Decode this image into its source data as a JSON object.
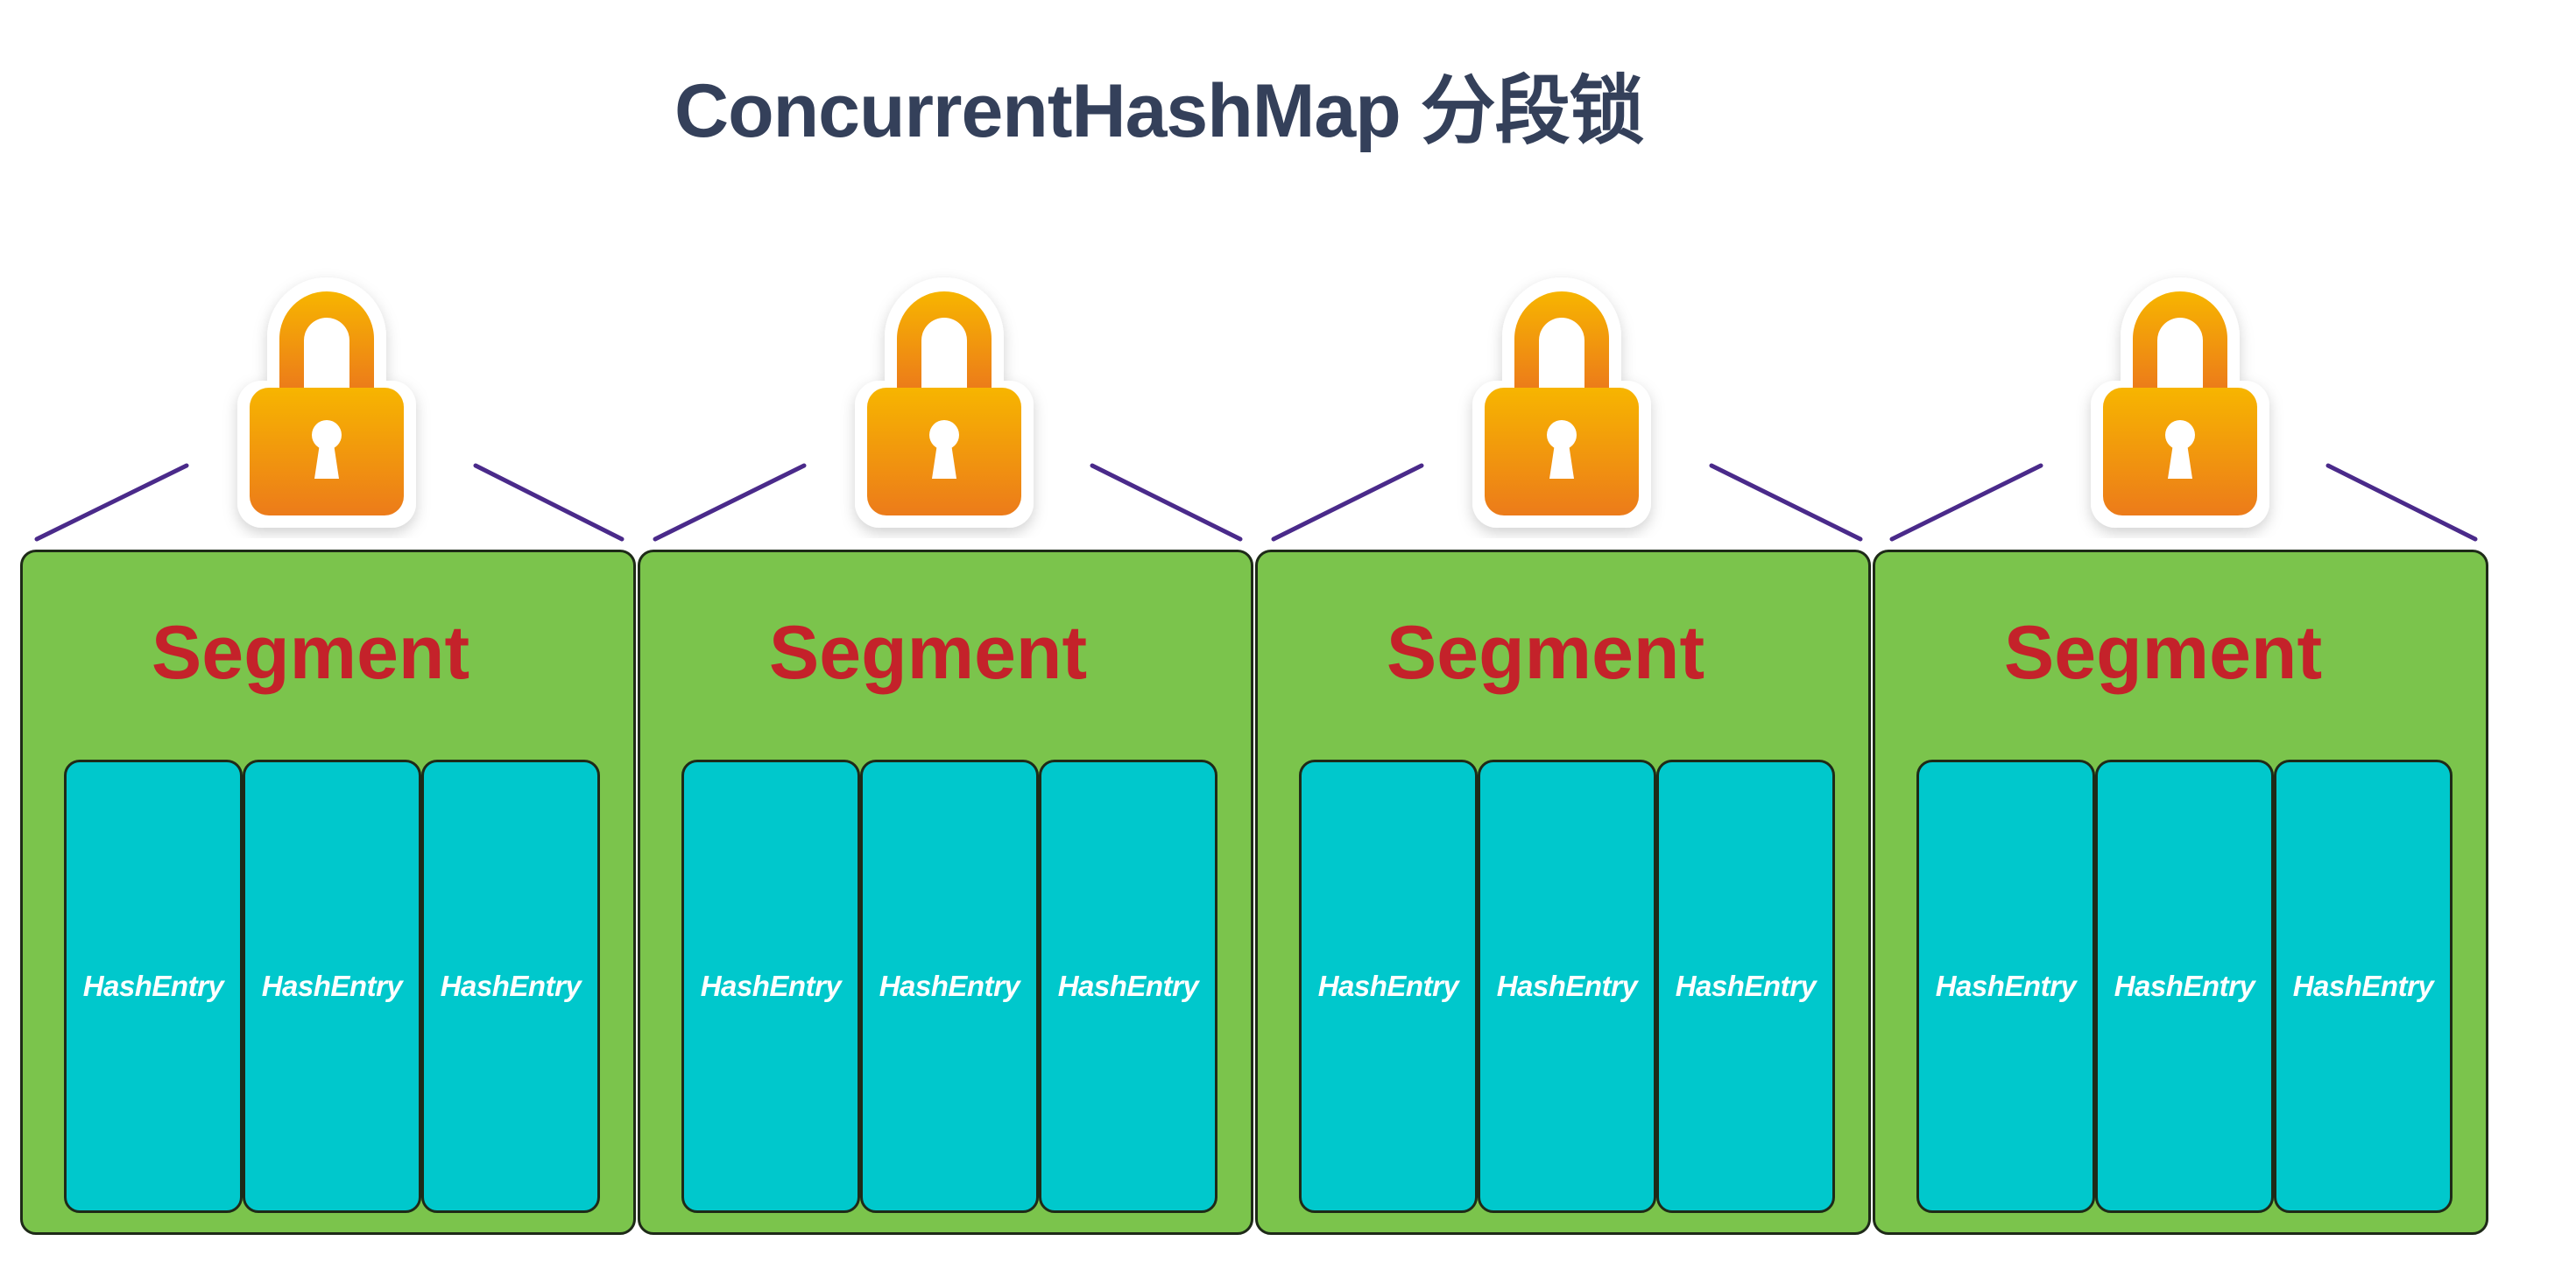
{
  "title": "ConcurrentHashMap 分段锁",
  "colors": {
    "title": "#34405a",
    "segment_fill": "#7bc44c",
    "segment_label": "#c4222a",
    "entry_fill": "#00c8cc",
    "entry_text": "#ffffff",
    "connector": "#4a2a8a",
    "lock_body_top": "#f7b500",
    "lock_body_bottom": "#ec7b1a"
  },
  "segments": [
    {
      "label": "Segment",
      "lock_icon": "padlock-icon",
      "entries": [
        "HashEntry",
        "HashEntry",
        "HashEntry"
      ]
    },
    {
      "label": "Segment",
      "lock_icon": "padlock-icon",
      "entries": [
        "HashEntry",
        "HashEntry",
        "HashEntry"
      ]
    },
    {
      "label": "Segment",
      "lock_icon": "padlock-icon",
      "entries": [
        "HashEntry",
        "HashEntry",
        "HashEntry"
      ]
    },
    {
      "label": "Segment",
      "lock_icon": "padlock-icon",
      "entries": [
        "HashEntry",
        "HashEntry",
        "HashEntry"
      ]
    }
  ]
}
